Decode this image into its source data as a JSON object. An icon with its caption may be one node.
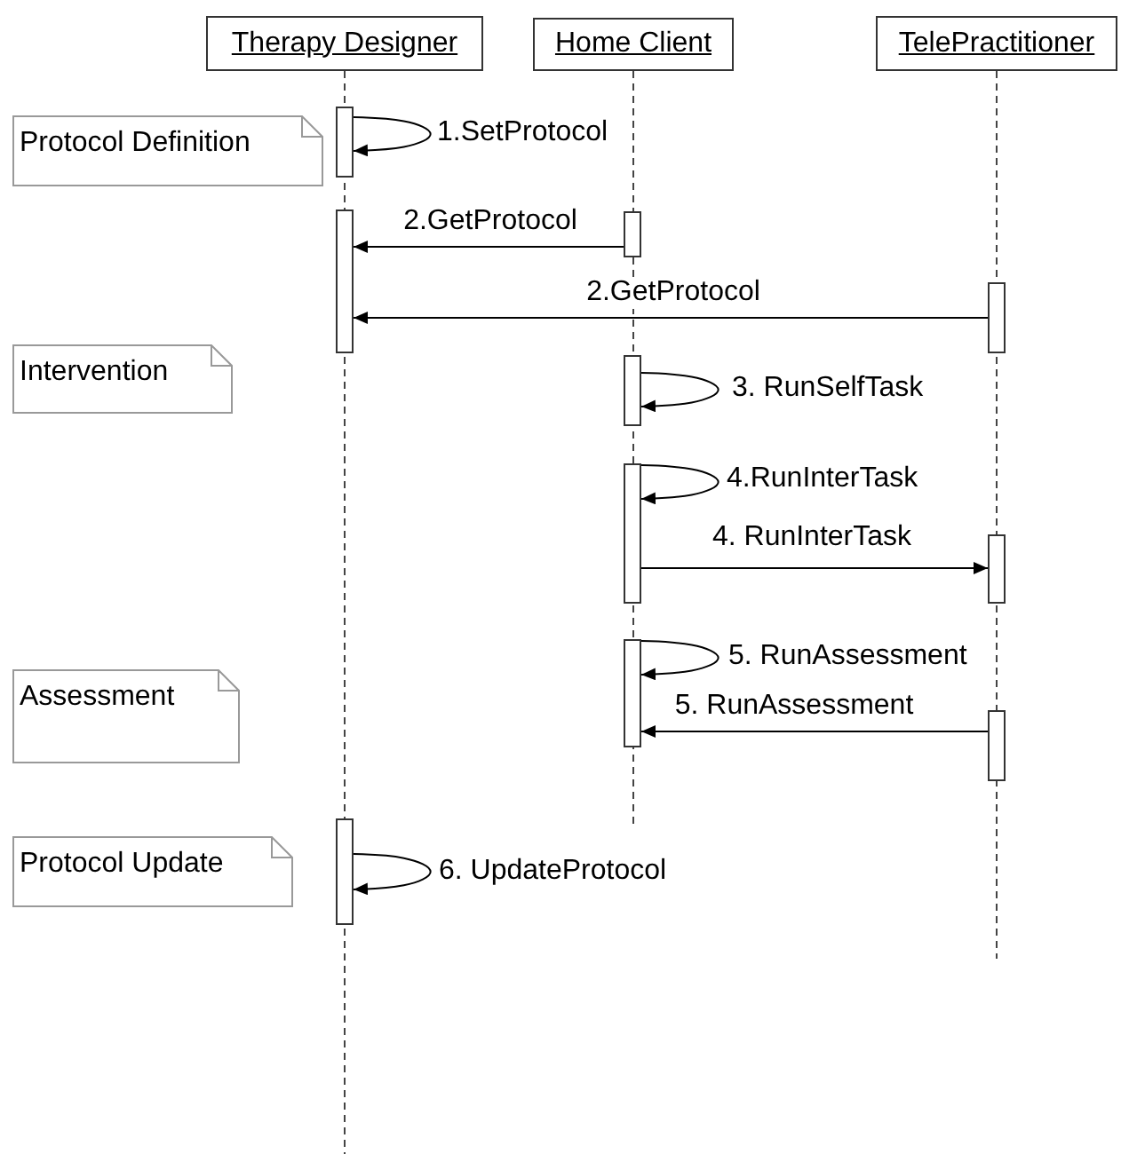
{
  "diagram": {
    "nodes": [
      {
        "text": [
          "Therapy Designer"
        ]
      },
      {
        "text": [
          "Home Client"
        ]
      },
      {
        "text": [
          "TelePractitioner"
        ]
      },
      {
        "text": [
          "Protocol Definition"
        ]
      },
      {
        "text": [],
        "shape": "bar"
      },
      {
        "text": [],
        "shape": "bar"
      },
      {
        "text": [],
        "shape": "bar"
      },
      {
        "text": [],
        "shape": "bar"
      },
      {
        "text": [
          "Intervention"
        ]
      },
      {
        "text": [],
        "shape": "bar"
      },
      {
        "text": [],
        "shape": "bar"
      },
      {
        "text": [],
        "shape": "bar"
      },
      {
        "text": [],
        "shape": "bar"
      },
      {
        "text": [
          "Assessment"
        ]
      },
      {
        "text": [],
        "shape": "bar"
      },
      {
        "text": [
          "Protocol Update"
        ]
      },
      {
        "text": [],
        "shape": "bar"
      }
    ],
    "edges": [
      {
        "from": 4,
        "to": 4,
        "arrow": "to",
        "label": "1.SetProtocol"
      },
      {
        "from": 6,
        "to": 5,
        "arrow": "to",
        "label": "2.GetProtocol"
      },
      {
        "from": 7,
        "to": 5,
        "arrow": "to",
        "label": "2.GetProtocol"
      },
      {
        "from": 9,
        "to": 9,
        "arrow": "to",
        "label": "3. RunSelfTask"
      },
      {
        "from": 10,
        "to": 10,
        "arrow": "to",
        "label": "4.RunInterTask"
      },
      {
        "from": 10,
        "to": 11,
        "arrow": "to",
        "label": "4. RunInterTask"
      },
      {
        "from": 12,
        "to": 12,
        "arrow": "to",
        "label": "5. RunAssessment"
      },
      {
        "from": 14,
        "to": 12,
        "arrow": "to",
        "label": "5. RunAssessment"
      },
      {
        "from": 16,
        "to": 16,
        "arrow": "to",
        "label": "6. UpdateProtocol"
      }
    ]
  }
}
